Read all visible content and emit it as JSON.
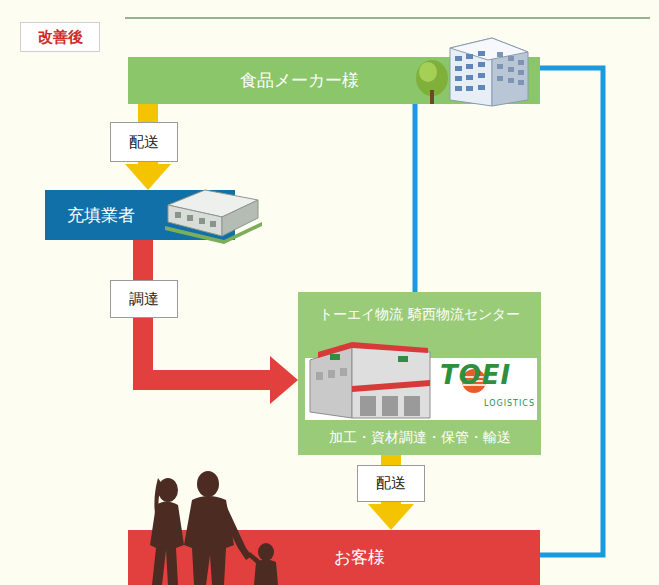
{
  "diagram": {
    "title": "改善後",
    "nodes": [
      {
        "text": [
          "食品メーカー様"
        ]
      },
      {
        "text": [
          "充填業者"
        ]
      },
      {
        "text": [
          "トーエイ物流 騎西物流センター",
          "加工・資材調達・保管・輸送"
        ]
      },
      {
        "text": [
          "お客様"
        ]
      }
    ],
    "edges": [
      {
        "from": 0,
        "to": 1,
        "label": "配送",
        "arrow": "to"
      },
      {
        "from": 1,
        "to": 2,
        "label": "調達",
        "arrow": "to"
      },
      {
        "from": 2,
        "to": 3,
        "label": "配送",
        "arrow": "to"
      },
      {
        "from": 0,
        "to": 2,
        "arrow": "none"
      },
      {
        "from": 0,
        "to": 3,
        "arrow": "none"
      }
    ],
    "labels": [
      "TOEI",
      "LOGISTICS"
    ]
  }
}
